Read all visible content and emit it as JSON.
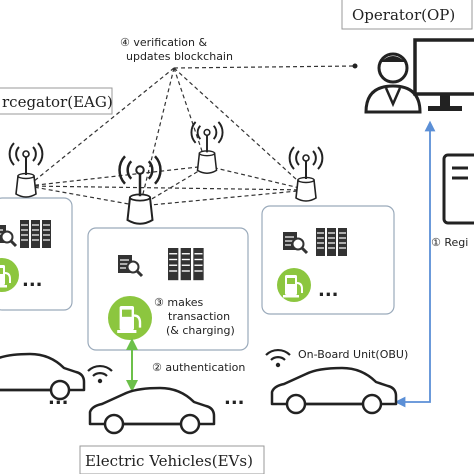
{
  "labels": {
    "operator": "Operator(OP)",
    "aggregator": "rcegator(EAG)",
    "evs": "Electric Vehicles(EVs)",
    "obu": "On-Board Unit(OBU)",
    "registration": "① Regi",
    "step4_line1": "④ verification &",
    "step4_line2": "updates blockchain",
    "step3_line1": "③ makes",
    "step3_line2": "transaction",
    "step3_line3": "(& charging)",
    "step2": "② authentication",
    "ellipsis": "..."
  },
  "colors": {
    "green": "#8cc63f",
    "green_line": "#6cc04a",
    "blue": "#5b8fd6",
    "box_border": "#9aaabb",
    "dark": "#222222"
  },
  "icons": [
    "antenna-icon",
    "server-rack-icon",
    "document-search-icon",
    "charger-icon",
    "car-icon",
    "wifi-icon",
    "operator-person-icon",
    "monitor-icon",
    "card-icon"
  ]
}
